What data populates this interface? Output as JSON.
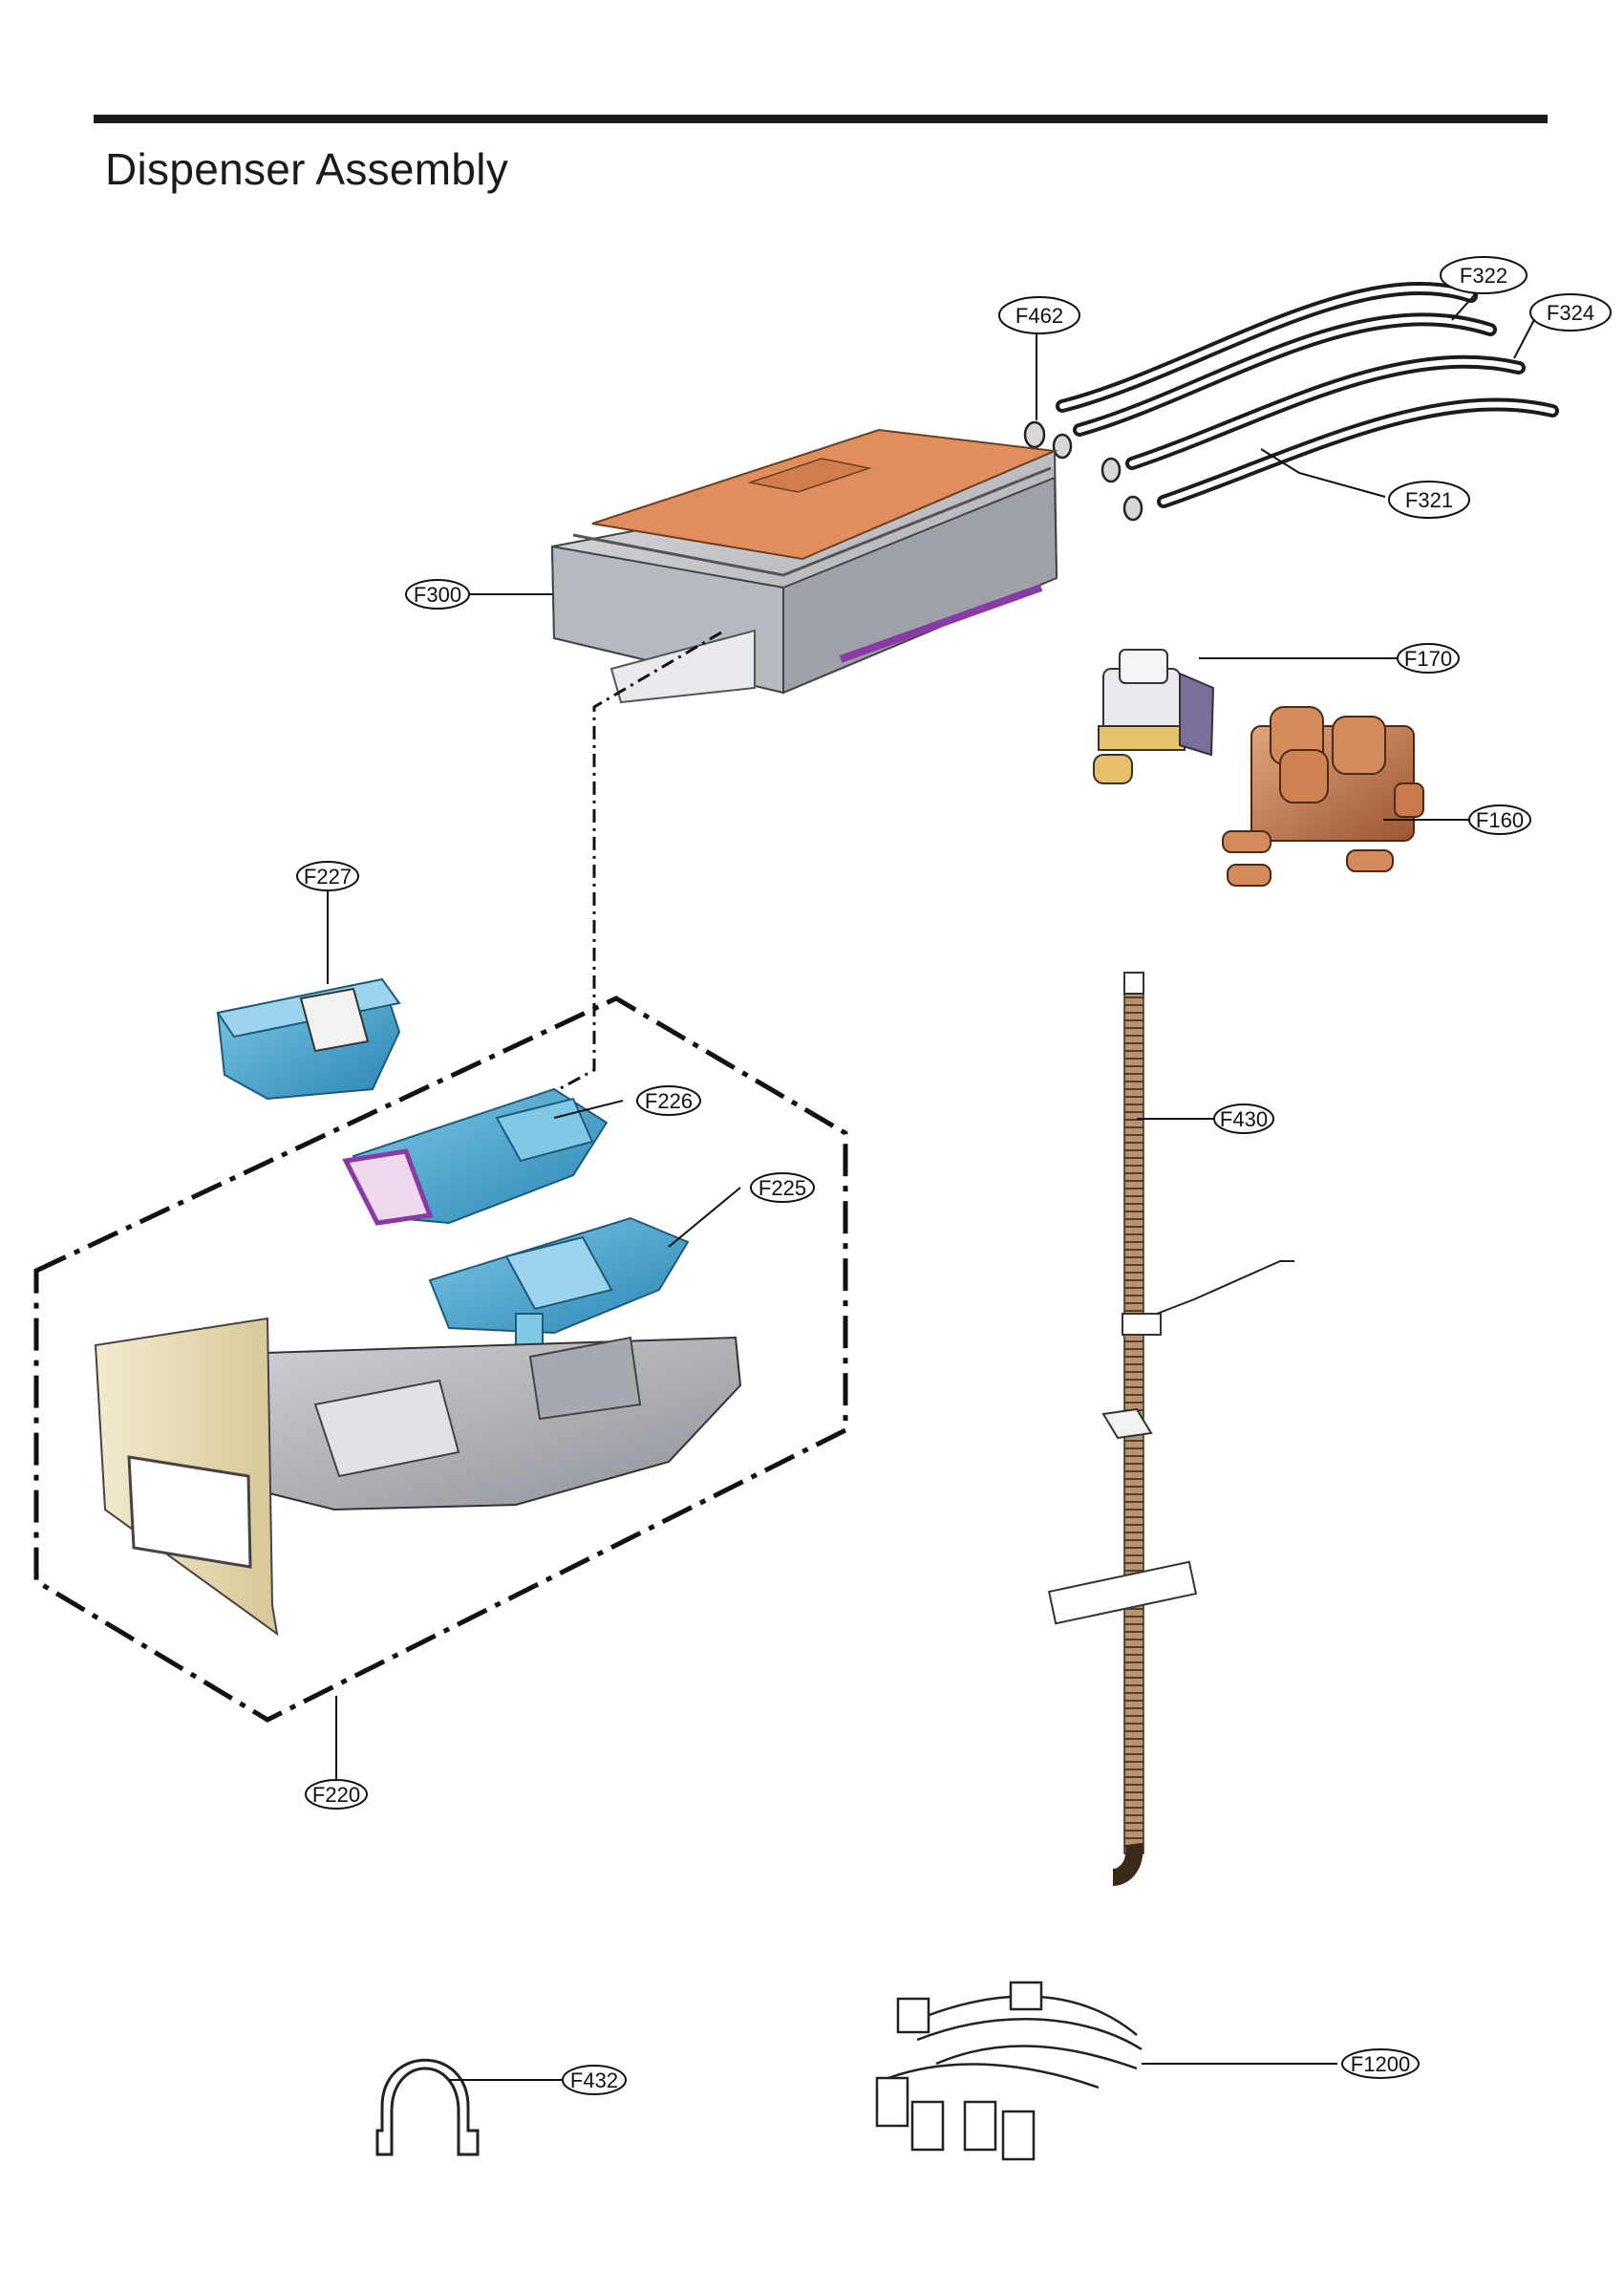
{
  "title": "Dispenser Assembly",
  "callouts": {
    "F322": "F322",
    "F324": "F324",
    "F462": "F462",
    "F321": "F321",
    "F300": "F300",
    "F170": "F170",
    "F160": "F160",
    "F227": "F227",
    "F226": "F226",
    "F225": "F225",
    "F430": "F430",
    "F220": "F220",
    "F432": "F432",
    "F1200": "F1200"
  },
  "colors": {
    "top_cover": "#e08e5c",
    "housing": "#c7c9cf",
    "housing_dark": "#8a8c93",
    "blue_part": "#3b9ec9",
    "blue_dark": "#1d6f96",
    "valve": "#c97a4a",
    "drawer": "#b6b8be",
    "panel": "#ecdfb9",
    "purple": "#8a3aa3",
    "hose": "#8b6a4a"
  }
}
